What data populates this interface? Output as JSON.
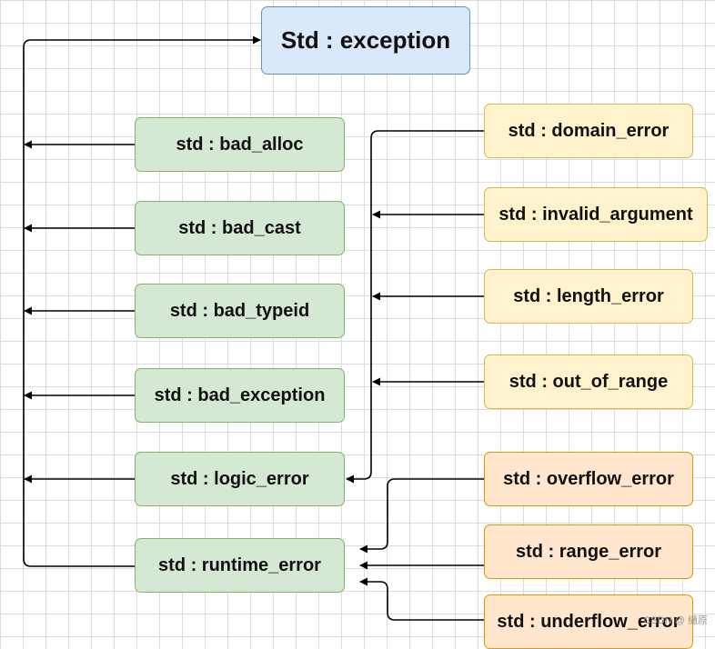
{
  "root": "Std : exception",
  "direct_children": [
    "std : bad_alloc",
    "std : bad_cast",
    "std : bad_typeid",
    "std : bad_exception",
    "std : logic_error",
    "std : runtime_error"
  ],
  "logic_error_children": [
    "std : domain_error",
    "std : invalid_argument",
    "std : length_error",
    "std : out_of_range"
  ],
  "runtime_error_children": [
    "std : overflow_error",
    "std : range_error",
    "std : underflow_error"
  ],
  "watermark": "CSDN @ 缱原",
  "colors": {
    "root_fill": "#dae8fc",
    "root_border": "#6c8ebf",
    "green_fill": "#d5e8d4",
    "green_border": "#82b366",
    "yellow_fill": "#fff2cc",
    "yellow_border": "#d6b656",
    "orange_fill": "#ffe6cc",
    "orange_border": "#d79b00"
  }
}
